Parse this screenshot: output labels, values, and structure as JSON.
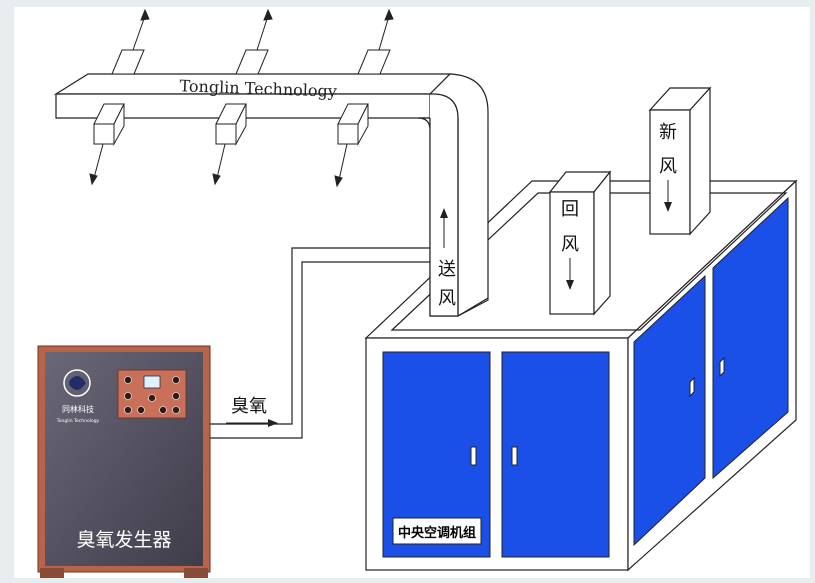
{
  "duct_label": "Tonglin Technology",
  "supply_label_1": "送",
  "supply_label_2": "风",
  "return_label_1": "回",
  "return_label_2": "风",
  "fresh_label_1": "新",
  "fresh_label_2": "风",
  "ozone_label": "臭氧",
  "ahu_label": "中央空调机组",
  "generator": {
    "label": "臭氧发生器",
    "brand_cn": "同林科技",
    "brand_en": "Tonglin Technology"
  },
  "colors": {
    "cabinet_blue": "#1a4fe8",
    "generator_body": "#5a5868",
    "generator_frame": "#b8644a"
  }
}
